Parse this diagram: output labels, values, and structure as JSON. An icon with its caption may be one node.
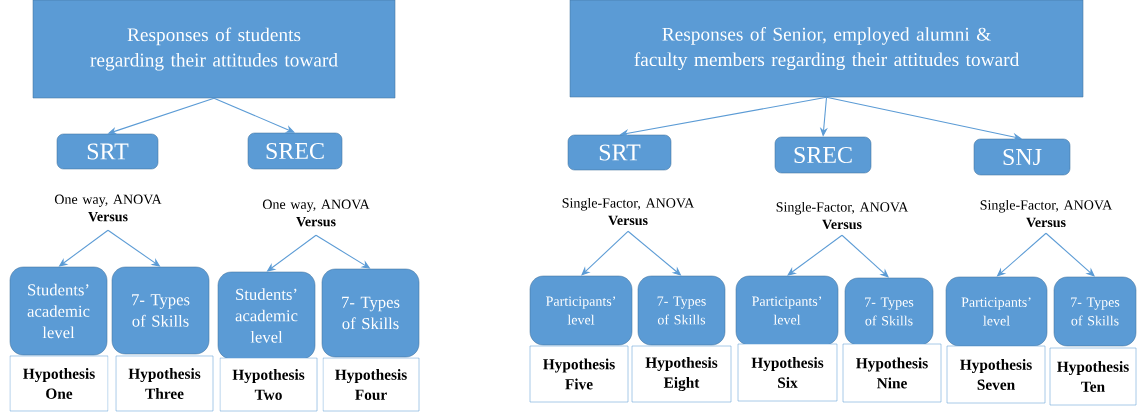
{
  "diagram": {
    "nodes": [
      {
        "text": [
          "Responses of students regarding their attitudes toward"
        ]
      },
      {
        "text": [
          "Responses  of Senior, employed alumni & faculty members regarding their attitudes toward"
        ]
      },
      {
        "text": [
          "SRT"
        ]
      },
      {
        "text": [
          "SREC"
        ]
      },
      {
        "text": [
          "One way, ANOVA",
          "Versus"
        ]
      },
      {
        "text": [
          "One way, ANOVA",
          "Versus"
        ]
      },
      {
        "text": [
          "Students’ academic level"
        ]
      },
      {
        "text": [
          "7- Types of Skills"
        ]
      },
      {
        "text": [
          "Students’ academic level"
        ]
      },
      {
        "text": [
          "7- Types of Skills"
        ]
      },
      {
        "text": [
          "Hypothesis One"
        ]
      },
      {
        "text": [
          "Hypothesis Three"
        ]
      },
      {
        "text": [
          "Hypothesis Two"
        ]
      },
      {
        "text": [
          "Hypothesis Four"
        ]
      },
      {
        "text": [
          "SRT"
        ]
      },
      {
        "text": [
          "SREC"
        ]
      },
      {
        "text": [
          "SNJ"
        ]
      },
      {
        "text": [
          "Single-Factor,  ANOVA",
          "Versus"
        ]
      },
      {
        "text": [
          "Single-Factor,  ANOVA",
          "Versus"
        ]
      },
      {
        "text": [
          "Single-Factor,  ANOVA",
          "Versus"
        ]
      },
      {
        "text": [
          "Participants’ level"
        ]
      },
      {
        "text": [
          "7- Types of Skills"
        ]
      },
      {
        "text": [
          "Participants’ level"
        ]
      },
      {
        "text": [
          "7- Types of Skills"
        ]
      },
      {
        "text": [
          "Participants’ level"
        ]
      },
      {
        "text": [
          "7- Types of Skills"
        ]
      },
      {
        "text": [
          "Hypothesis Five"
        ]
      },
      {
        "text": [
          "Hypothesis Eight"
        ]
      },
      {
        "text": [
          "Hypothesis Six"
        ]
      },
      {
        "text": [
          "Hypothesis Nine"
        ]
      },
      {
        "text": [
          "Hypothesis Seven"
        ]
      },
      {
        "text": [
          "Hypothesis Ten"
        ]
      }
    ],
    "edges": [
      {
        "from": 0,
        "to": 2,
        "arrow": "to"
      },
      {
        "from": 0,
        "to": 3,
        "arrow": "to"
      },
      {
        "from": 4,
        "to": 6,
        "arrow": "to"
      },
      {
        "from": 4,
        "to": 7,
        "arrow": "to"
      },
      {
        "from": 5,
        "to": 8,
        "arrow": "to"
      },
      {
        "from": 5,
        "to": 9,
        "arrow": "to"
      },
      {
        "from": 1,
        "to": 14,
        "arrow": "to"
      },
      {
        "from": 1,
        "to": 15,
        "arrow": "to"
      },
      {
        "from": 1,
        "to": 16,
        "arrow": "to"
      },
      {
        "from": 17,
        "to": 20,
        "arrow": "to"
      },
      {
        "from": 17,
        "to": 21,
        "arrow": "to"
      },
      {
        "from": 18,
        "to": 22,
        "arrow": "to"
      },
      {
        "from": 18,
        "to": 23,
        "arrow": "to"
      },
      {
        "from": 19,
        "to": 24,
        "arrow": "to"
      },
      {
        "from": 19,
        "to": 25,
        "arrow": "to"
      }
    ]
  }
}
